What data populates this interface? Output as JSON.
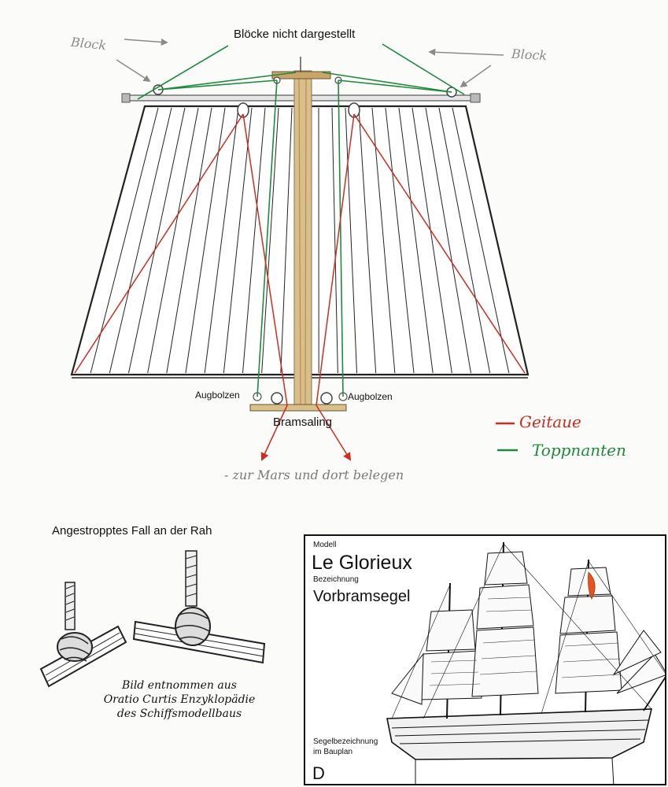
{
  "colors": {
    "geitaue": "#cf2b1f",
    "toppnanten": "#1d8a3c",
    "mast": "#c9a56a",
    "pencil": "#8a8a8a",
    "sail_stripes": "#222222",
    "flag": "#e8531c"
  },
  "rigging_diagram": {
    "title": "Blöcke nicht dargestellt",
    "label_augbolzen_left": "Augbolzen",
    "label_augbolzen_right": "Augbolzen",
    "label_bramsaling": "Bramsaling",
    "handwritten_block_left": "Block",
    "handwritten_block_right": "Block",
    "legend": {
      "red_label": "Geitaue",
      "green_label": "Toppnanten"
    },
    "handwritten_note": "- zur Mars und dort belegen"
  },
  "bend_illustration": {
    "title": "Angestropptes Fall an der Rah",
    "caption": [
      "Bild entnommen aus",
      "Oratio Curtis Enzyklopädie",
      "des Schiffsmodellbaus"
    ]
  },
  "plate": {
    "model_label": "Modell",
    "model_name": "Le Glorieux",
    "designation_label": "Bezeichnung",
    "designation_value": "Vorbramsegel",
    "plan_label_line1": "Segelbezeichnung",
    "plan_label_line2": "im Bauplan",
    "plan_letter": "D"
  }
}
